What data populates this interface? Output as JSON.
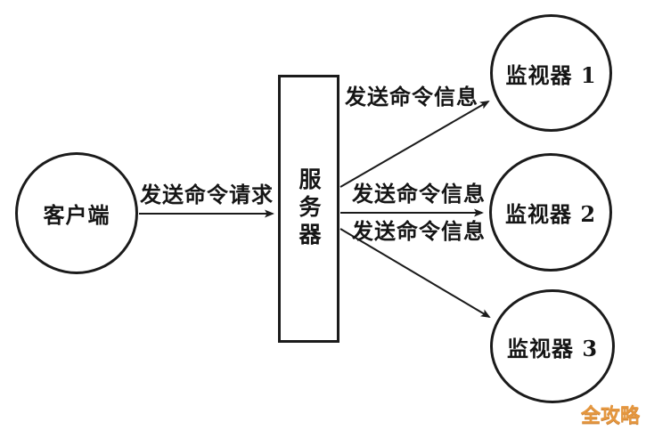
{
  "diagram": {
    "background_color": "#ffffff",
    "line_color": "#1b1b1b",
    "nodes": {
      "client": {
        "label": "客户端",
        "shape": "circle"
      },
      "server": {
        "label": "服务器",
        "shape": "rect",
        "text_orientation": "vertical"
      },
      "monitor1": {
        "label": "监视器 1",
        "shape": "circle"
      },
      "monitor2": {
        "label": "监视器 2",
        "shape": "circle"
      },
      "monitor3": {
        "label": "监视器 3",
        "shape": "circle"
      }
    },
    "edges": [
      {
        "from": "client",
        "to": "server",
        "label": "发送命令请求",
        "direction": "right"
      },
      {
        "from": "server",
        "to": "monitor1",
        "label": "发送命令信息",
        "direction": "up-right"
      },
      {
        "from": "server",
        "to": "monitor2",
        "label": "发送命令信息",
        "direction": "right"
      },
      {
        "from": "server",
        "to": "monitor3",
        "label": "发送命令信息",
        "direction": "down-right"
      }
    ],
    "watermark": {
      "text": "全攻略",
      "color": "#e5973f"
    }
  }
}
